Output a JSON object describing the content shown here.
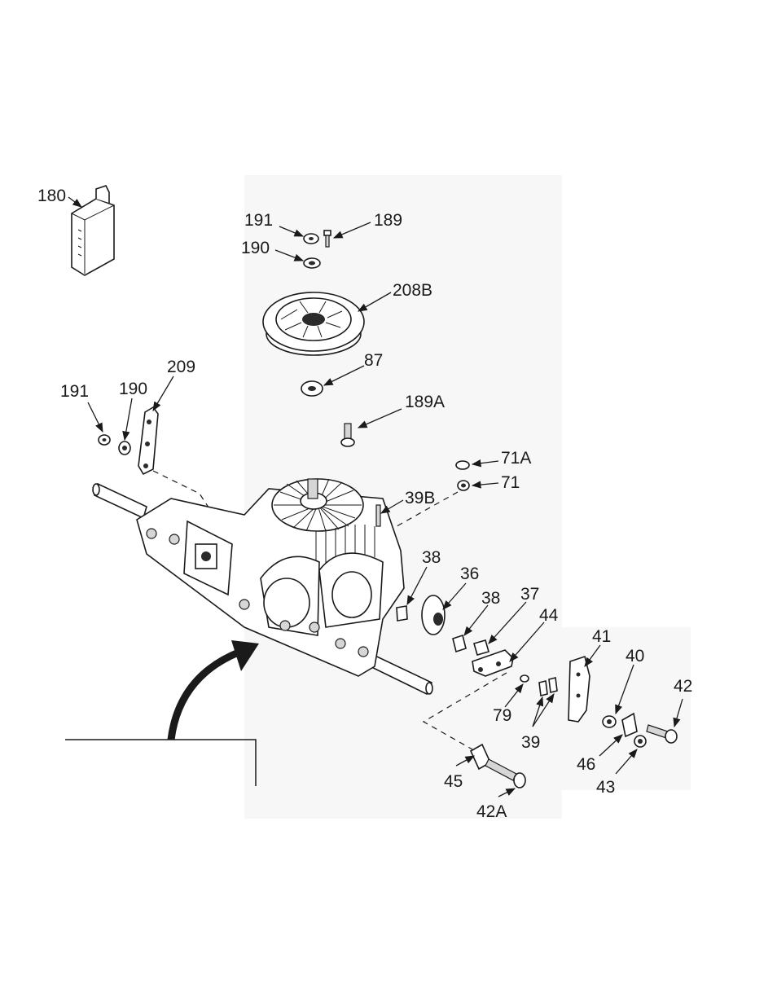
{
  "diagram": {
    "labels": {
      "p180": "180",
      "p191_top": "191",
      "p189": "189",
      "p190_top": "190",
      "p208B": "208B",
      "p87": "87",
      "p209": "209",
      "p191_left": "191",
      "p190_left": "190",
      "p189A": "189A",
      "p71A": "71A",
      "p71": "71",
      "p39B": "39B",
      "p38_a": "38",
      "p36": "36",
      "p38_b": "38",
      "p37": "37",
      "p44": "44",
      "p41": "41",
      "p40": "40",
      "p42": "42",
      "p79": "79",
      "p39": "39",
      "p46": "46",
      "p43": "43",
      "p45": "45",
      "p42A": "42A"
    }
  }
}
